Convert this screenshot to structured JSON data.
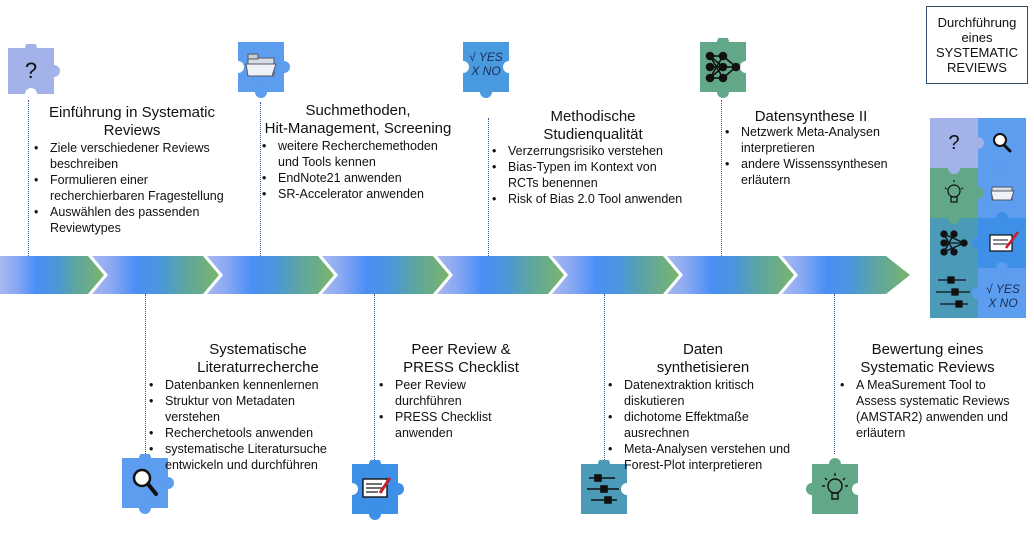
{
  "box_title": [
    "Durchführung",
    "eines",
    "SYSTEMATIC",
    "REVIEWS"
  ],
  "colors": {
    "arrow_light": "#a9b9ee",
    "arrow_blue": "#4a8ff5",
    "arrow_teal": "#5aa3a8",
    "arrow_green": "#79b56a",
    "piece_lilac": "#a3b3ea",
    "piece_blue": "#5c9df0",
    "piece_teal": "#4a9ab8",
    "piece_green": "#62a888"
  },
  "top_modules": [
    {
      "title": [
        "Einführung in Systematic",
        "Reviews"
      ],
      "bullets": [
        "Ziele verschiedener Reviews beschreiben",
        "Formulieren einer recherchierbaren Fragestellung",
        "Auswählen des passenden Reviewtypes"
      ],
      "icon": "question-mark-icon"
    },
    {
      "title": [
        "Suchmethoden,",
        "Hit-Management, Screening"
      ],
      "bullets": [
        "weitere Recherchemethoden und Tools kennen",
        "EndNote21 anwenden",
        "SR-Accelerator anwenden"
      ],
      "icon": "folder-icon"
    },
    {
      "title": [
        "Methodische",
        "Studienqualität"
      ],
      "bullets": [
        "Verzerrungsrisiko verstehen",
        "Bias-Typen im Kontext von RCTs benennen",
        "Risk of Bias 2.0 Tool anwenden"
      ],
      "icon": "yes-no-icon"
    },
    {
      "title": [
        "Datensynthese II"
      ],
      "bullets": [
        "Netzwerk Meta-Analysen interpretieren",
        "andere Wissenssynthesen erläutern"
      ],
      "icon": "network-icon"
    }
  ],
  "bottom_modules": [
    {
      "title": [
        "Systematische",
        "Literaturrecherche"
      ],
      "bullets": [
        "Datenbanken kennenlernen",
        "Struktur von Metadaten verstehen",
        "Recherchetools anwenden",
        "systematische Literatursuche entwickeln und durchführen"
      ],
      "icon": "magnifier-icon"
    },
    {
      "title": [
        "Peer Review &",
        "PRESS Checklist"
      ],
      "bullets": [
        "Peer Review durchführen",
        "PRESS Checklist anwenden"
      ],
      "icon": "checklist-pen-icon"
    },
    {
      "title": [
        "Daten",
        "synthetisieren"
      ],
      "bullets": [
        "Datenextraktion kritisch diskutieren",
        "dichotome Effektmaße ausrechnen",
        "Meta-Analysen verstehen und Forest-Plot interpretieren"
      ],
      "icon": "forest-plot-icon"
    },
    {
      "title": [
        "Bewertung eines",
        "Systematic Reviews"
      ],
      "bullets": [
        "A MeaSurement Tool to Assess systematic Reviews (AMSTAR2) anwenden und erläutern"
      ],
      "icon": "lightbulb-icon"
    }
  ],
  "yes_no": {
    "yes": "√ YES",
    "no": "X NO",
    "symbol_q": "?"
  }
}
